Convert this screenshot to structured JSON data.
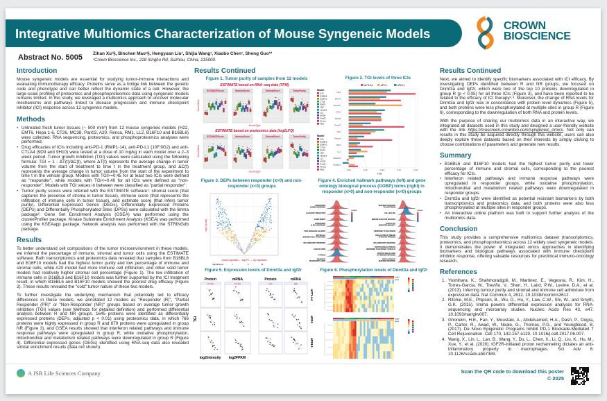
{
  "header": {
    "title": "Integrative Multiomics Characterization of Mouse Syngeneic Models",
    "logo_line1": "CROWN",
    "logo_line2": "BIOSCIENCE",
    "abstract": "Abstract No. 5005",
    "authors": "Zihan Xu¹§, Binchen Mao¹§, Hengyuan Liu¹, Shijia Wang¹, Xiaobo Chen¹, Sheng Guo¹*",
    "affiliation": "¹Crown Bioscience Inc., 218 Xinghu Rd, Suzhou, China, 215000."
  },
  "intro": {
    "heading": "Introduction",
    "text": "Mouse syngeneic models are essential for studying tumor-immune interactions and evaluating immunotherapy efficacy. Proteins serve as a bridge link between the genetic code and phenotype and can better reflect the dynamic state of a cell. However, the large-scale profiling of proteomics and phosphoproteomics data using syngeneic models remains limited. In this study, we leveraged a multiomics approach to uncover molecular mechanisms and pathways linked to disease progression and immune checkpoint inhibitor (ICI) response across 12 syngeneic models."
  },
  "methods": {
    "heading": "Methods",
    "bullets": [
      "Untreated fresh tumor tissues (~ 500 mm³) from 12 mouse syngeneic models (H22, EMT6, Hepa 1-6, CT26, MC38, Pan02, A20, Renca, RM1, LL2, B16F10 and B16BL6) were collected. RNA sequencing, proteomics, and phosphoproteomics analyses were performed.",
      "Drug efficacies of ICIs including anti-PD-1 (RMP1-14), anti-PD-L1 (10F.9G2) and anti-CTLA4 (9D9 and 9H10) were tested at a dose of 10 mg/kg in each model over a 2–3 week period. Tumor growth inhibition (TGI) values were calculated using the following formula: TGI = 1 - ΔT(t)/ΔC(t), where ΔT(t) represents the average change in tumor volume from the start of treatment to time t in the treatment group, and ΔC(t) represents the average change in tumor volume from the start of the experiment to time t in the vehicle group. Models with TGI>=0.45 for at least two ICIs were defined as \"responder\", while models with TGI<=0.40 for all ICIs were defined as \"non-responder\". Models with TGI values in between were classified as \"partial responder\".",
      "Tumor purity scores were inferred with the ESTIMATE software¹: stromal score (that captures the presence of stroma in tumor tissue), immune score (that represents the infiltration of immune cells in tumor tissue), and estimate score (that infers tumor purity). Differential Expressed Genes (DEGs), Differentially Expressed Proteins (DEPs) and Differentially Phosphorylated Sites (DPSs) were calculated with the limma package². Gene Set Enrichment Analysis (GSEA) was performed using the clusterProfiler package. Kinase Substrate Enrichment Analysis (KSEA) was performed using the KSEAapp package. Network analysis was performed with the STRINGdb package."
    ]
  },
  "results": {
    "heading": "Results",
    "paragraphs": [
      "To better understand cell compositions of the tumor microenvironment in these models, we inferred the percentage of immune, stromal and tumor cells using the ESTIMATE software. Both transcriptomics and proteomics data revealed that samples from B16BL6 and B16F10 models had the highest tumor purity and low percentage of immune and stromal cells, while A20 model had more immune cell infiltration, and other solid tumor models had relatively higher stromal cell percentage (Figure 1). The low infiltration of immune cells in B16BL6 and B16F10 models was further supported by the ICI treatment result, in which B16BL6 and B16F10 models showed the poorest drug efficacy (Figure 2). These results revealed the \"cold\" tumor nature of these two models.",
      "To further investigate the underlying mechanism that potentially led to efficacy differences in these models, we annotated 12 models as \"Responder (R)\", \"Partial Responder (PR)\" or \"Non-Responder (NR)\" groups based on average tumor growth inhibition (TGI) values (see Methods for detailed definition) and performed differential analysis between R and NR groups. 1645 proteins were identified as differentially expressed proteins (DEPs, adjusted p < 0.01) using proteomics data, in which 766 proteins were highly expressed in group R and 879 proteins were upregulated in group NR (Figure 3), and GSEA results showed that interferon related pathways and immune response pathways were upregulated in group R, while oxidative phosphorylation, mitochondrial and metabolism related pathways were downregulated in group R (Figure 4). Differential expressed genes (DEGs) identified using RNA-seq data also revealed similar enrichment results (data not shown)."
    ]
  },
  "results_continued": {
    "heading": "Results Continued"
  },
  "fig1": {
    "title": "Figure 1. Tumor purity of samples from 12 models",
    "sub1": "ESTIMATE based on RNA−seq data (TPM)",
    "sub2": "ESTIMATE based on proteomics data (log2LFQ)",
    "facets": [
      "ESTIMATEScore",
      "ImmuneScore",
      "StromalScore",
      "TumorPurity"
    ],
    "ylabel": "ScoreValue",
    "xlabel": "ScoreType",
    "legend_title": "Model",
    "models": [
      "A20",
      "B16BL6",
      "B16F10",
      "CT26",
      "EMT6",
      "H22",
      "Hepa16",
      "LL2",
      "MC38",
      "Pan02",
      "Renca",
      "RM1"
    ]
  },
  "chart_data": {
    "type": "bar",
    "orientation": "horizontal",
    "title": "Figure 2. TGI levels of three ICIs",
    "xlabel": "TGI",
    "ylabel": "",
    "xlim": [
      -0.1,
      1.03
    ],
    "xticks": [
      "0.00",
      "0.25",
      "0.50",
      "0.75",
      "1.00"
    ],
    "legend": "top",
    "grid": true,
    "categories": [
      "H22",
      "EMT6",
      "Hepa16",
      "CT26",
      "MC38",
      "Pan02",
      "A20",
      "Renca",
      "RM1",
      "LL2",
      "B16F10",
      "B16BL6"
    ],
    "series": [
      {
        "name": "aCTLA4",
        "color": "#d9566a",
        "values": [
          1.0,
          0.78,
          null,
          0.49,
          0.49,
          0.83,
          0.33,
          0.65,
          0.36,
          0.12,
          -0.03,
          0.14
        ]
      },
      {
        "name": "aPD1",
        "color": "#f5a35c",
        "values": [
          0.57,
          0.47,
          0.8,
          0.42,
          0.49,
          0.21,
          0.4,
          0.13,
          0.13,
          0.28,
          0.08,
          0.09
        ]
      },
      {
        "name": "aPDL1",
        "color": "#2b8c9b",
        "values": [
          0.63,
          0.56,
          0.4,
          0.54,
          0.48,
          0.33,
          0.53,
          0.23,
          0.17,
          0.18,
          0.23,
          -0.09
        ]
      }
    ]
  },
  "fig3": {
    "title": "Figure 3. DEPs between responder (x>0) and non-responder (x<0) groups",
    "xlabel": "Down-regulated ← log2FC → Up-regulated",
    "ylabel": "-log10(p.adj)",
    "legend": "Significance"
  },
  "fig4": {
    "title": "Figure 4. Enriched hallmark pathways (left) and gene ontology biological process (GOBP) terms (right) in responder (x>0) and non-responder (x<0) groups",
    "left": [
      "INTERFERON GAMMA RESPONSE",
      "ALLOGRAFT REJECTION",
      "COMPLEMENT",
      "INTERFERON ALPHA RESPONSE",
      "TNFA SIGNALING VIA NFKB",
      "EPITHELIAL MESENCHYMAL TRANSITION",
      "INFLAMMATORY RESPONSE",
      "COAGULATION",
      "HYPOXIA",
      "OXIDATIVE PHOSPHORYLATION"
    ],
    "right": [
      "DEFENSE RESPONSE TO BACTERIUM",
      "CELL KILLING",
      "IMMUNE EFFECTOR PROCESS",
      "LEUKOCYTE MEDIATED IMMUNITY",
      "RESPONSE TO BACTERIUM",
      "REGULATION OF IMMUNE EFFECTOR PROCESS",
      "INFLAMMATORY RESPONSE",
      "POSITIVE REGULATION OF RESPONSE TO EXTERNAL STIMULUS",
      "POSITIVE REGULATION OF IMMUNE RESPONSE",
      "REGULATION OF DEFENSE RESPONSE"
    ],
    "legend": "p.adjust"
  },
  "fig5": {
    "title": "Figure 5. Expression levels of Dnmt3a and Igf2r",
    "cols": [
      "Protein",
      "mRNA",
      "Protein",
      "mRNA"
    ],
    "genes": [
      "Dnmt3a",
      "Igf2r"
    ],
    "rows": [
      "aCTLA4",
      "aPD1",
      "aPDL1"
    ],
    "ylabel": "TGI",
    "xlabels": [
      "log2Intensity",
      "log2FPKM"
    ]
  },
  "fig6": {
    "title": "Figure 6. Phosphorylation levels of Dnmt3a and Igf2r",
    "legend": [
      "model",
      "group"
    ]
  },
  "right": {
    "paragraph1": "Next, we aimed to identify specific biomarkers associated with ICI efficacy. By investigating DEPs identified between R and NR groups, we focused on Dnmt3a and Igf2r, which were two of the top 10 proteins downregulated in group R (p < 0.05) for all three ICIs (Figure 3), and have been reported to be related to the efficacy of ICI therapy³˒⁴. Moreover, the change of RNA levels for Dnmt3a and Igf2r was in concordance with protein level dynamics (Figure 5), and both proteins were less phosphorylated at multiple sites in group R (Figure 6), corresponding to the downregulation of both RNA and protein levels.",
    "paragraph2_a": "With the purpose of sharing our multiomics data in an interactive way, we integrated all datasets used in this study and designed a user-friendly website with the link ",
    "link": "https://muscreen.crownbio.com/syngeneic_omics",
    "paragraph2_b": ". Not only can results in this study be acquired directly through this website, users can also deeply explore these datasets based on their interests by simply clicking to choose combinations of parameters and generate new results."
  },
  "summary": {
    "heading": "Summary",
    "bullets": [
      "B16BL6 and B16F10 models had the highest tumor purity and lower percentage of immune and stromal cells, corresponding to the poorest efficacy for ICIs.",
      "Interferon related pathways and immune response pathways were upregulated in responder groups, while oxidative phosphorylation, mitochondrial and metabolism related pathways were downregulated in responder groups.",
      "Dnmt3a and Igf2r were identified as potential resistant biomarkers by both transcriptomics and proteomics data, and both proteins were also less phosphorylated at multiple sites in responder groups.",
      "An interactive online platform was built to support further analysis of the multiomics data."
    ]
  },
  "conclusion": {
    "heading": "Conclusion",
    "text": "This study provides a comprehensive multiomics dataset (transcriptomics, proteomics, and phosphoproteomics) across 12 widely used syngeneic models. It demonstrates the power of integrated omics approaches in identifying biomarkers and biological pathways associated with immune checkpoint inhibitor response, offering valuable resources for preclinical immuno-oncology research."
  },
  "references": {
    "heading": "References",
    "items": [
      "Yoshihara, K., Shahmoradgoli, M., Martinez, E., Vegesna, R., Kim, H., Torres-Garcia, W., Treviño, V., Shen, H., Laird, P.W., Levine, D.A., et al. (2013). Inferring tumour purity and stromal and immune cell admixture from expression data. Nat Commun 4, 2612. 10.1038/ncomms3612.",
      "Ritchie, M.E., Phipson, B., Wu, D., Hu, Y., Law, C.W., Shi, W., and Smyth, G.K. (2015). limma powers differential expression analyses for RNA-sequencing and microarray studies. Nucleic Acids Res 43, e47. 10.1093/nar/gkv007.",
      "Ghoneim, H.E., Fan, Y., Moustaki, A., Abdelsamed, H.A., Dash, P., Dogra, P., Carter, R., Awad, W., Neale, G., Thomas, P.G., and Youngblood, B. (2017). De Novo Epigenetic Programs Inhibit PD-1 Blockade-Mediated T Cell Rejuvenation. Cell 170, 142-157.e119. 10.1016/j.cell.2017.06.007.",
      "Wang, X., Lin, L., Lan, B., Wang, Y., Du, L., Chen, X., Li, Q., Liu, K., Hu, M., Xue, Y., et al. (2020). IGF2R-initiated proton rechanneling dictates an anti-inflammatory property in macrophages. Sci Adv 6. 10.1126/sciadv.abb7389."
    ]
  },
  "footer": {
    "company": "A JSR Life Sciences Company",
    "scan": "Scan the QR code to download this poster",
    "copyright": "© 2025"
  },
  "colors": {
    "brand_teal": "#0b6a78",
    "heading_teal": "#1a6b7c",
    "accent_red": "#d9566a"
  }
}
